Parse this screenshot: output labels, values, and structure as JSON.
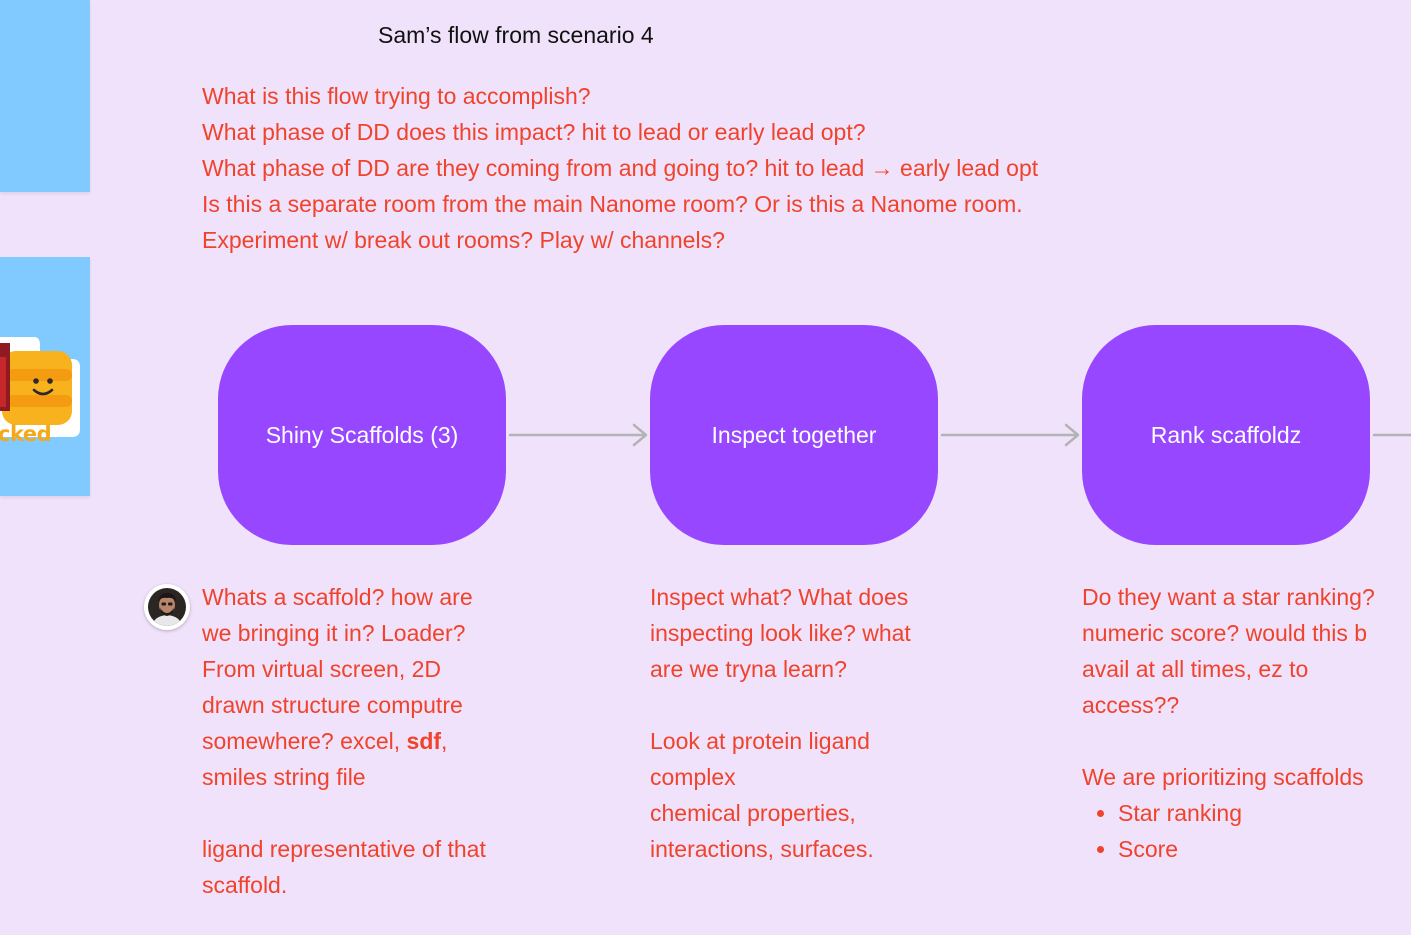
{
  "title": "Sam’s flow from scenario 4",
  "questions": [
    "What is this flow trying to accomplish?",
    "What phase of DD does this impact? hit to lead or early lead opt?",
    "What phase of DD are they coming from and going to? hit to lead → early lead opt",
    "Is this a separate room from the main Nanome room? Or is this a Nanome room.",
    "Experiment w/ break out rooms? Play w/ channels?"
  ],
  "sticker": {
    "label": "cked",
    "icon": "smiley-sticker-icon"
  },
  "nodes": [
    {
      "label": "Shiny Scaffolds (3)"
    },
    {
      "label": "Inspect together"
    },
    {
      "label": "Rank scaffoldz"
    }
  ],
  "notes": {
    "n0": {
      "l1": "Whats a scaffold? how are",
      "l2": "we bringing it in? Loader?",
      "l3": "From virtual screen, 2D",
      "l4": "drawn structure computre",
      "l5a": "somewhere? excel, ",
      "l5b": "sdf",
      "l5c": ",",
      "l6": "smiles string file",
      "l7": "ligand representative of that",
      "l8": "scaffold."
    },
    "n1": {
      "l1": "Inspect what? What does",
      "l2": "inspecting look like? what",
      "l3": "are we tryna learn?",
      "l4": "Look at protein ligand",
      "l5": "complex",
      "l6": "chemical properties,",
      "l7": "interactions, surfaces."
    },
    "n2": {
      "l1": "Do they want a star ranking?",
      "l2": "numeric score? would this b",
      "l3": "avail at all times, ez to",
      "l4": "access??",
      "l5": "We are prioritizing scaffolds",
      "b1": "Star ranking",
      "b2": "Score"
    }
  },
  "colors": {
    "canvas": "#f0e2fa",
    "node": "#9747ff",
    "question_text": "#f0432c",
    "sticky": "#80caff",
    "connector": "#b3b3b3"
  }
}
